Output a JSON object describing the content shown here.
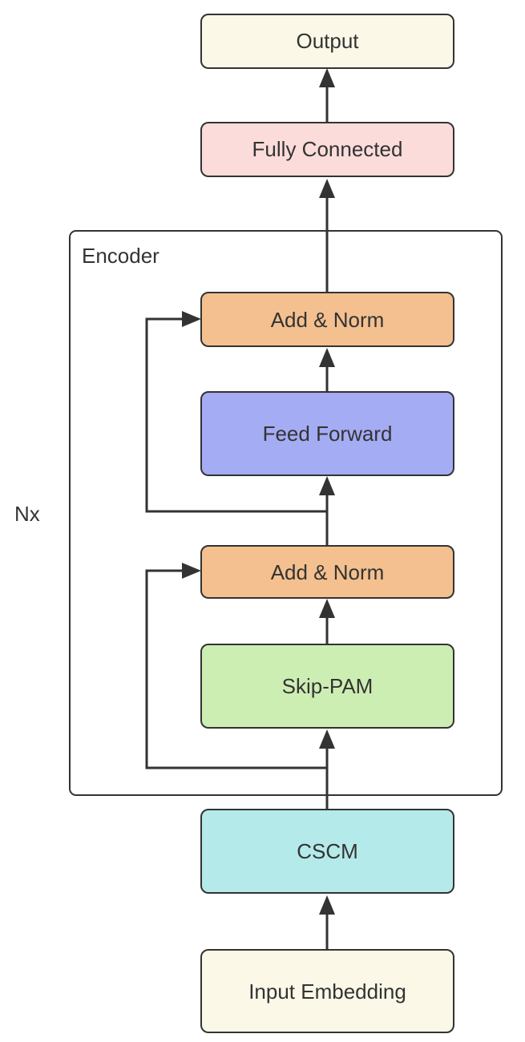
{
  "encoder": {
    "label": "Encoder",
    "repeat_label": "Nx"
  },
  "blocks": {
    "output": {
      "label": "Output",
      "color": "#fbf8e8"
    },
    "fully_connected": {
      "label": "Fully Connected",
      "color": "#fbdcdb"
    },
    "add_norm_top": {
      "label": "Add & Norm",
      "color": "#f4c08f"
    },
    "feed_forward": {
      "label": "Feed Forward",
      "color": "#a4acf4"
    },
    "add_norm_bottom": {
      "label": "Add & Norm",
      "color": "#f4c08f"
    },
    "skip_pam": {
      "label": "Skip-PAM",
      "color": "#cdeeb3"
    },
    "cscm": {
      "label": "CSCM",
      "color": "#b5eaea"
    },
    "input_embedding": {
      "label": "Input Embedding",
      "color": "#fbf8e8"
    }
  }
}
